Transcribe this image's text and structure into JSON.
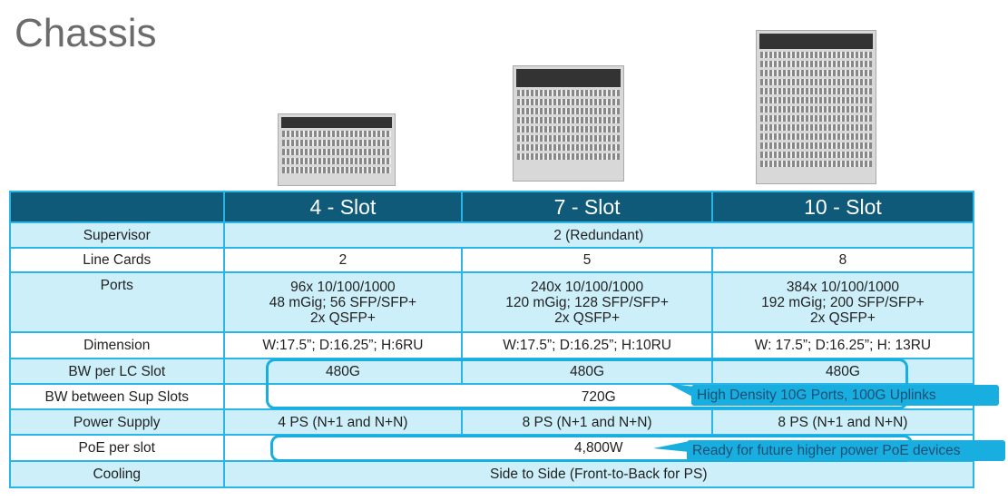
{
  "title": "Chassis",
  "columns": [
    "",
    "4 - Slot",
    "7 - Slot",
    "10 - Slot"
  ],
  "rows": {
    "supervisor": {
      "label": "Supervisor",
      "all": "2 (Redundant)"
    },
    "line_cards": {
      "label": "Line Cards",
      "values": [
        "2",
        "5",
        "8"
      ]
    },
    "ports": {
      "label": "Ports",
      "values": [
        [
          "96x 10/100/1000",
          "48 mGig; 56 SFP/SFP+",
          "2x QSFP+"
        ],
        [
          "240x 10/100/1000",
          "120 mGig; 128 SFP/SFP+",
          "2x QSFP+"
        ],
        [
          "384x 10/100/1000",
          "192 mGig; 200 SFP/SFP+",
          "2x QSFP+"
        ]
      ]
    },
    "dimension": {
      "label": "Dimension",
      "values": [
        "W:17.5”; D:16.25”; H:6RU",
        "W:17.5”; D:16.25”; H:10RU",
        "W: 17.5”; D:16.25”; H: 13RU"
      ]
    },
    "bw_lc": {
      "label": "BW per  LC Slot",
      "values": [
        "480G",
        "480G",
        "480G"
      ]
    },
    "bw_sup": {
      "label": "BW between Sup Slots",
      "all": "720G"
    },
    "power": {
      "label": "Power Supply",
      "values": [
        "4 PS (N+1 and N+N)",
        "8 PS (N+1 and N+N)",
        "8 PS (N+1 and N+N)"
      ]
    },
    "poe": {
      "label": "PoE per slot",
      "all": "4,800W"
    },
    "cooling": {
      "label": "Cooling",
      "all": "Side to Side (Front-to-Back for PS)"
    }
  },
  "callouts": [
    "High Density 10G Ports, 100G Uplinks",
    "Ready for future higher power PoE devices"
  ]
}
